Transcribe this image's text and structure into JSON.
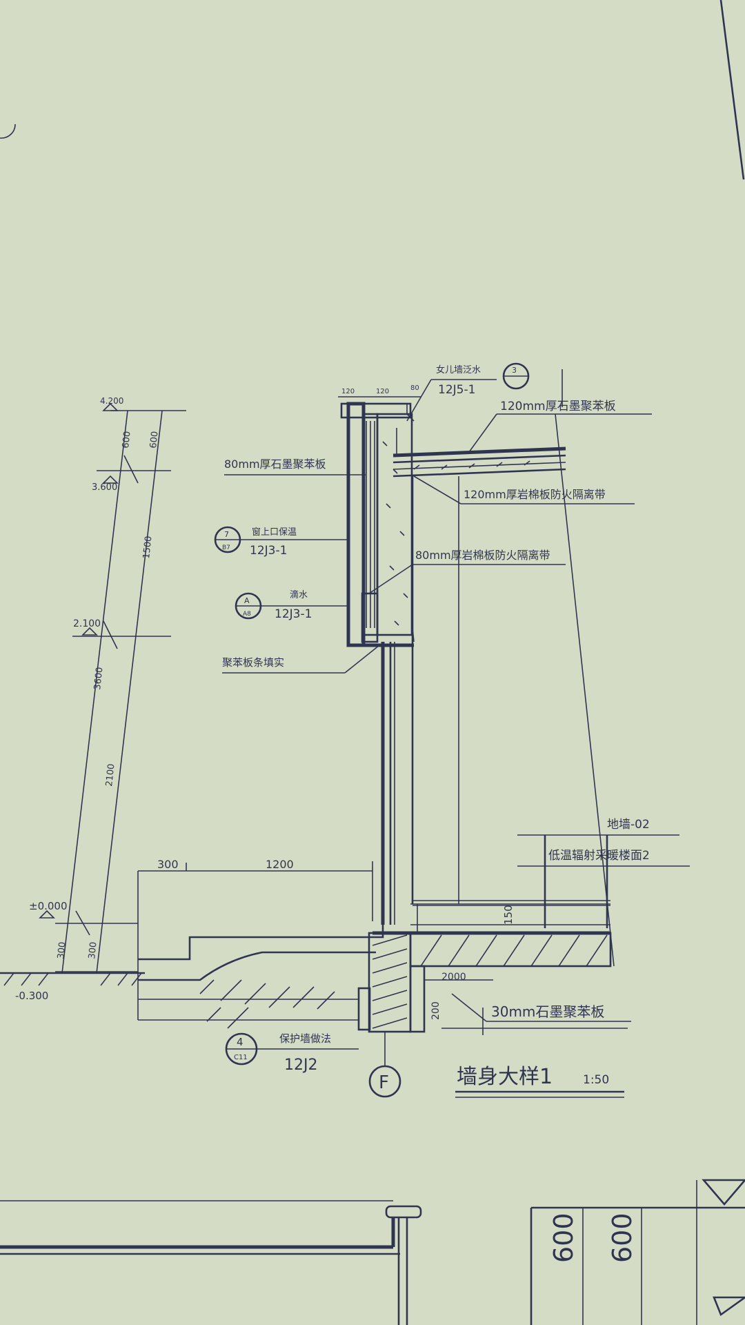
{
  "title": {
    "main": "墙身大样1",
    "scale": "1:50"
  },
  "elevations": {
    "top": "4.200",
    "upper": "3.600",
    "window_head": "2.100",
    "ground": "±0.000",
    "exterior": "-0.300"
  },
  "dimensions": {
    "d600": "600",
    "d1500": "1500",
    "d3600": "3600",
    "d2100": "2100",
    "d300": "300",
    "d1200": "1200",
    "d150": "150",
    "d200": "200",
    "d2000": "2000",
    "top_a": "120",
    "top_b": "120",
    "top_c": "80"
  },
  "callouts": {
    "parapet_note": "女儿墙泛水",
    "parapet_ref": "12J5-1",
    "roof_board_top": "120mm厚石墨聚苯板",
    "wall_board": "80mm厚石墨聚苯板",
    "roof_fire_belt": "120mm厚岩棉板防火隔离带",
    "window_head_note": "窗上口保温",
    "window_head_ref": "12J3-1",
    "fire_belt_80": "80mm厚岩棉板防火隔离带",
    "drip_note": "滴水",
    "drip_ref": "12J3-1",
    "foam_strip": "聚苯板条填实",
    "wall_code": "地墙-02",
    "floor_note": "低温辐射采暖楼面2",
    "base_board": "30mm石墨聚苯板",
    "protect_note": "保护墙做法",
    "protect_ref": "12J2",
    "axis": "F"
  },
  "index_marks": {
    "parapet": {
      "top": "3",
      "bottom": ""
    },
    "window_head": {
      "top": "7",
      "bottom": "B7"
    },
    "drip": {
      "top": "A",
      "bottom": "A8"
    },
    "protect": {
      "top": "4",
      "bottom": "C11"
    }
  },
  "bottom_table": {
    "values": [
      "600",
      "600"
    ]
  }
}
